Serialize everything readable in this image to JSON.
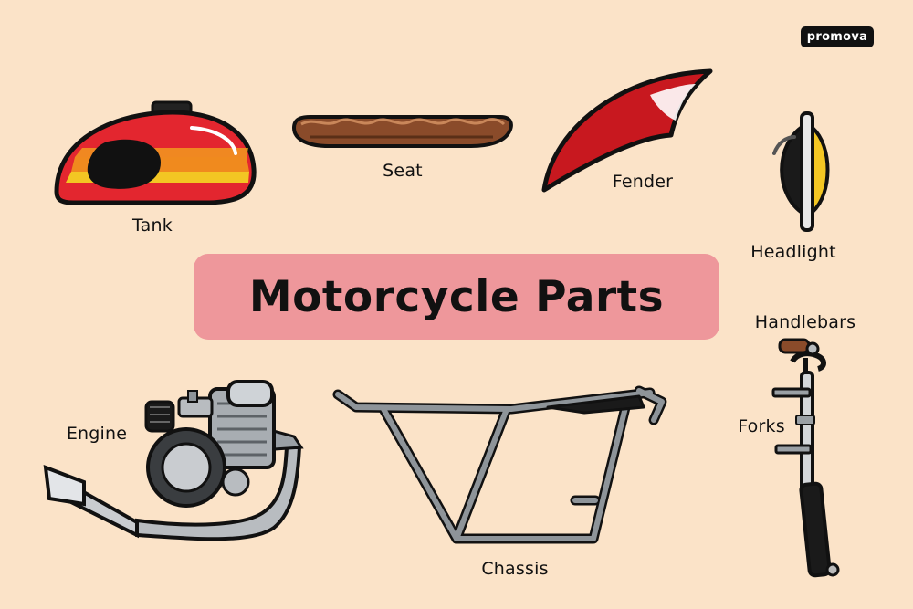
{
  "brand": {
    "logo_text": "promova"
  },
  "title": "Motorcycle Parts",
  "parts": {
    "tank": "Tank",
    "seat": "Seat",
    "fender": "Fender",
    "headlight": "Headlight",
    "handlebars": "Handlebars",
    "forks": "Forks",
    "engine": "Engine",
    "chassis": "Chassis"
  },
  "colors": {
    "background": "#fbe3c8",
    "title_banner": "#ee979b",
    "tank_red": "#e3262f",
    "seat_brown": "#8a4b2a",
    "headlight_yellow": "#f3c623",
    "metal": "#8e9499"
  }
}
